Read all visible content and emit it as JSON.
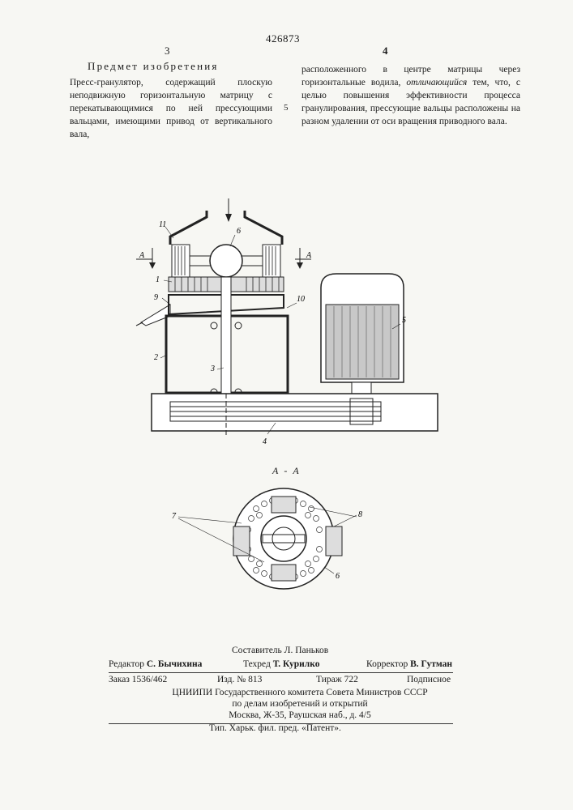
{
  "patent_number": "426873",
  "left_column_number": "3",
  "right_column_number": "4",
  "heading": "Предмет изобретения",
  "left_text": "Пресс-гранулятор, содержащий плоскую неподвижную горизонтальную матрицу с перекатывающимися по ней прессующими вальцами, имеющими привод от вертикального вала,",
  "line_marker": "5",
  "right_text_part1": "расположенного в центре матрицы через горизонтальные водила, ",
  "right_text_emph": "отличающийся",
  "right_text_part2": " тем, что, с целью повышения эффективности процесса гранулирования, прессующие вальцы расположены на разном удалении от оси вращения приводного вала.",
  "drawing_labels": {
    "l11": "11",
    "l1": "1",
    "l9": "9",
    "l2": "2",
    "l3": "3",
    "l4": "4",
    "l5": "5",
    "l6": "6",
    "l10": "10",
    "lA_left": "A",
    "lA_right": "A",
    "l7": "7",
    "l8": "8",
    "l6b": "6"
  },
  "section_label": "А - А",
  "credits": {
    "compiler": "Составитель Л. Паньков",
    "editor_label": "Редактор",
    "editor_name": "С. Бычихина",
    "tech_label": "Техред",
    "tech_name": "Т. Курилко",
    "corrector_label": "Корректор",
    "corrector_name": "В. Гутман",
    "order": "Заказ 1536/462",
    "izd": "Изд. № 813",
    "tirazh": "Тираж 722",
    "podpisnoe": "Подписное",
    "org_line1": "ЦНИИПИ Государственного комитета Совета Министров СССР",
    "org_line2": "по делам изобретений и открытий",
    "org_line3": "Москва, Ж-35, Раушская наб., д. 4/5",
    "printer": "Тип. Харьк. фил. пред. «Патент»."
  }
}
